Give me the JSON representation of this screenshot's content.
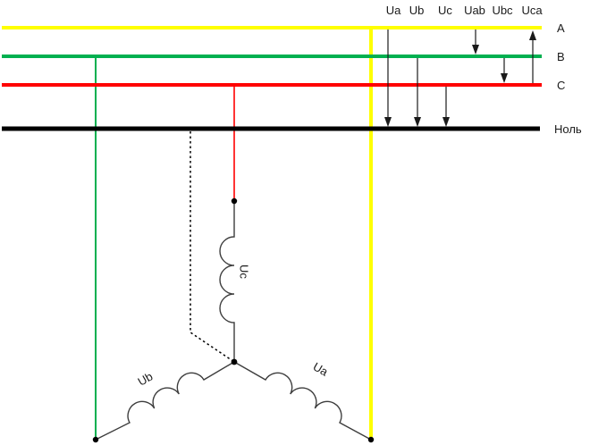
{
  "colors": {
    "phase_a": "#ffff00",
    "phase_b": "#00b050",
    "phase_c": "#ff0000",
    "neutral": "#000000",
    "wire": "#3d3d3d",
    "arrow": "#1a1a1a",
    "dot": "#000000"
  },
  "buses": {
    "a": {
      "label": "A"
    },
    "b": {
      "label": "B"
    },
    "c": {
      "label": "C"
    },
    "neutral": {
      "label": "Ноль"
    }
  },
  "voltages": {
    "ua": "Ua",
    "ub": "Ub",
    "uc": "Uc",
    "uab": "Uab",
    "ubc": "Ubc",
    "uca": "Uca"
  },
  "coils": {
    "ua": "Ua",
    "ub": "Ub",
    "uc": "Uc"
  }
}
